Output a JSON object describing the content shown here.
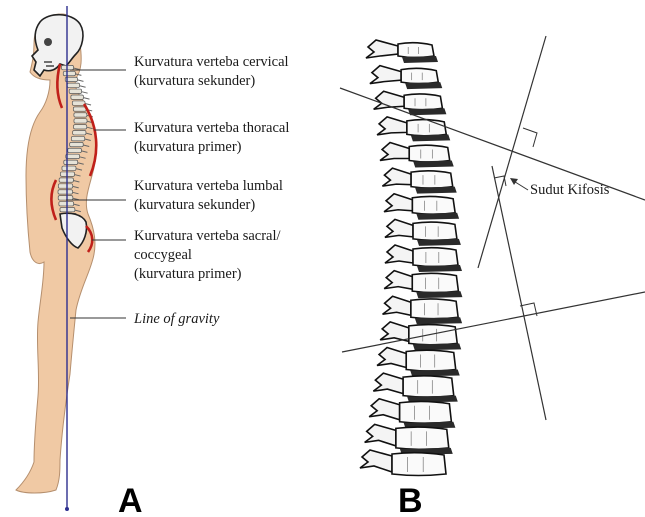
{
  "panel_a": {
    "letter": "A",
    "labels": [
      {
        "lines": [
          "Kurvatura verteba cervical",
          "(kurvatura sekunder)"
        ]
      },
      {
        "lines": [
          "Kurvatura verteba thoracal",
          "(kurvatura primer)"
        ]
      },
      {
        "lines": [
          "Kurvatura verteba lumbal",
          "(kurvatura sekunder)"
        ]
      },
      {
        "lines": [
          "Kurvatura verteba sacral/",
          "coccygeal",
          "(kurvatura primer)"
        ]
      }
    ],
    "gravity_label": "Line of gravity"
  },
  "panel_b": {
    "letter": "B",
    "angle_label": "Sudut Kifosis"
  },
  "colors": {
    "skin": "#f0c9a4",
    "curve": "#c0201a",
    "gravity_line": "#2d2f8f",
    "bone": "#e6e3d8"
  }
}
